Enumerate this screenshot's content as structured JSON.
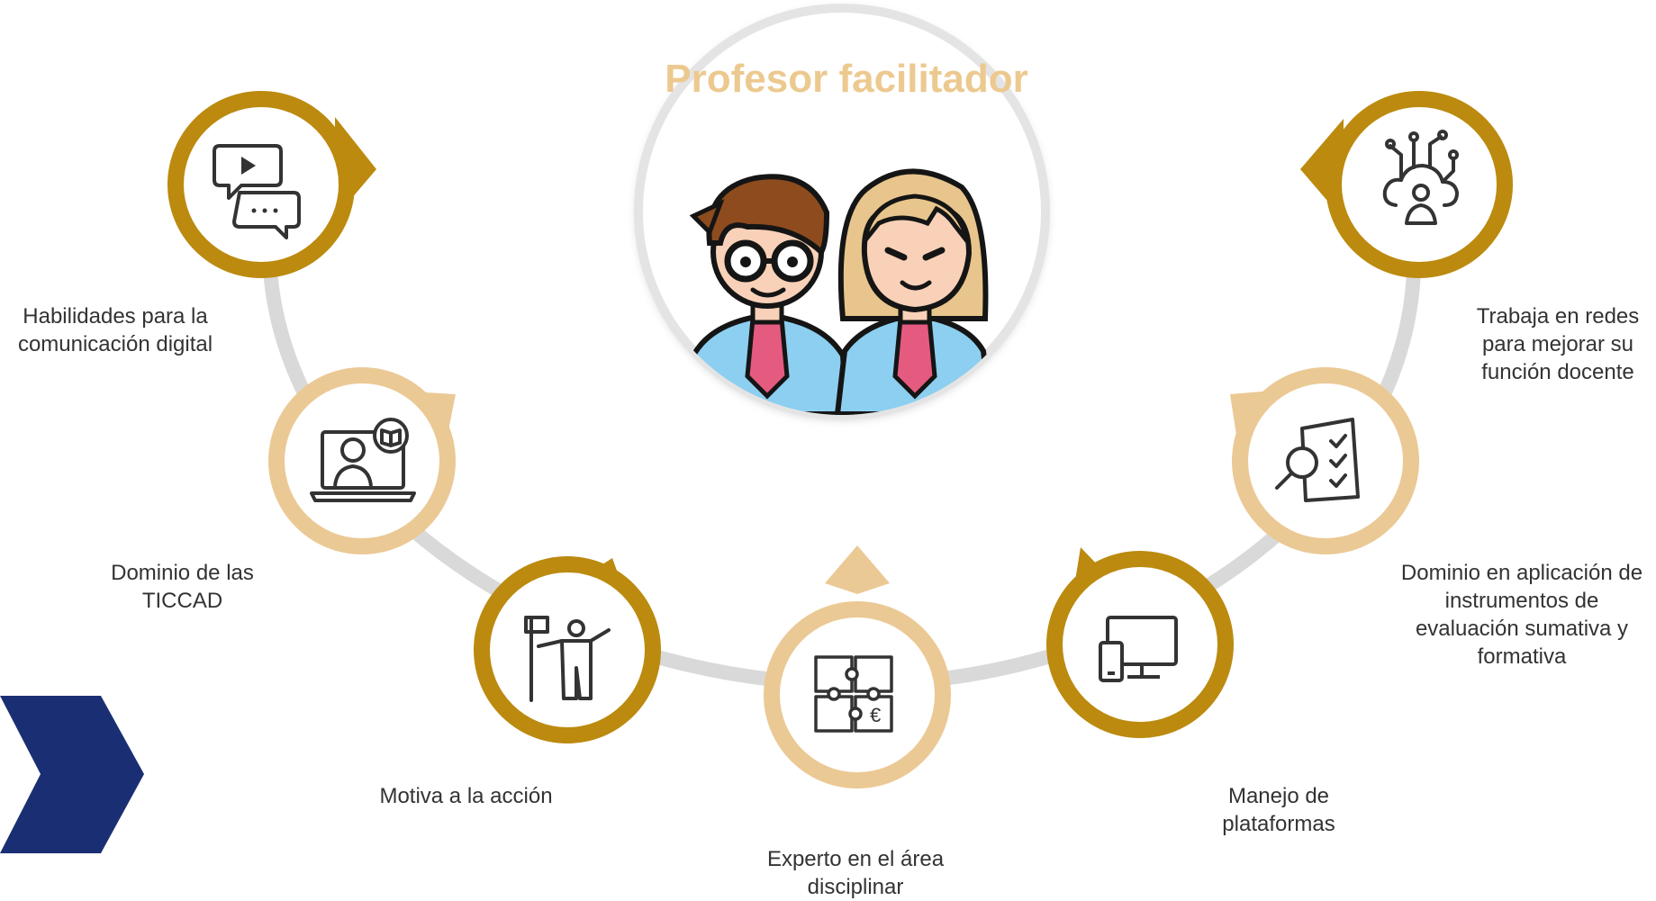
{
  "center": {
    "title": "Profesor facilitador",
    "title_color": "#ecc98f"
  },
  "colors": {
    "dark_ring": "#bb8a0f",
    "light_ring": "#ebc995",
    "arc": "#d9d9d9",
    "chevron": "#1a2f73",
    "text": "#333333"
  },
  "nodes": [
    {
      "id": "comunicacion",
      "label": "Habilidades para la comunicación digital",
      "icon": "video-chat-icon",
      "ring": "dark"
    },
    {
      "id": "ticcad",
      "label": "Dominio de las TICCAD",
      "icon": "online-teacher-icon",
      "ring": "light"
    },
    {
      "id": "motiva",
      "label": "Motiva a la acción",
      "icon": "flag-person-icon",
      "ring": "dark"
    },
    {
      "id": "experto",
      "label": "Experto en el área disciplinar",
      "icon": "puzzle-icon",
      "ring": "light"
    },
    {
      "id": "plataformas",
      "label": "Manejo de plataformas",
      "icon": "devices-icon",
      "ring": "dark"
    },
    {
      "id": "evaluacion",
      "label": "Dominio en aplicación de instrumentos de evaluación sumativa y formativa",
      "icon": "checklist-magnifier-icon",
      "ring": "light"
    },
    {
      "id": "redes",
      "label": "Trabaja en redes para mejorar su función docente",
      "icon": "cloud-network-icon",
      "ring": "dark"
    }
  ]
}
